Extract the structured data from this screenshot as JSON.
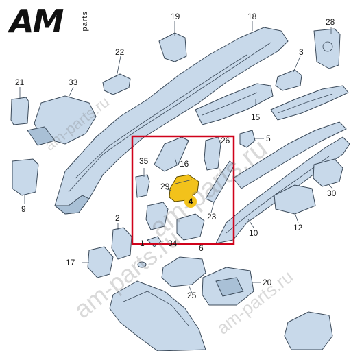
{
  "logo": {
    "brand": "AM",
    "suffix": "parts"
  },
  "watermark": {
    "text": "am-parts.ru"
  },
  "colors": {
    "part_fill": "#c8d9ea",
    "part_stroke": "#3b4a5a",
    "highlight_frame": "#d0021b",
    "highlight_part": "#f2c21b",
    "callout_text": "#1a1a1a"
  },
  "callouts": {
    "c2": "2",
    "c3": "3",
    "c4": "4",
    "c5": "5",
    "c6": "6",
    "c9": "9",
    "c10": "10",
    "c12": "12",
    "c15": "15",
    "c16": "16",
    "c17": "17",
    "c18": "18",
    "c19": "19",
    "c20": "20",
    "c21": "21",
    "c22": "22",
    "c23": "23",
    "c25": "25",
    "c26": "26",
    "c28": "28",
    "c29": "29",
    "c30": "30",
    "c33": "33",
    "c34": "34",
    "c35": "35",
    "c1": "1"
  },
  "highlight": {
    "part_number": "4"
  }
}
